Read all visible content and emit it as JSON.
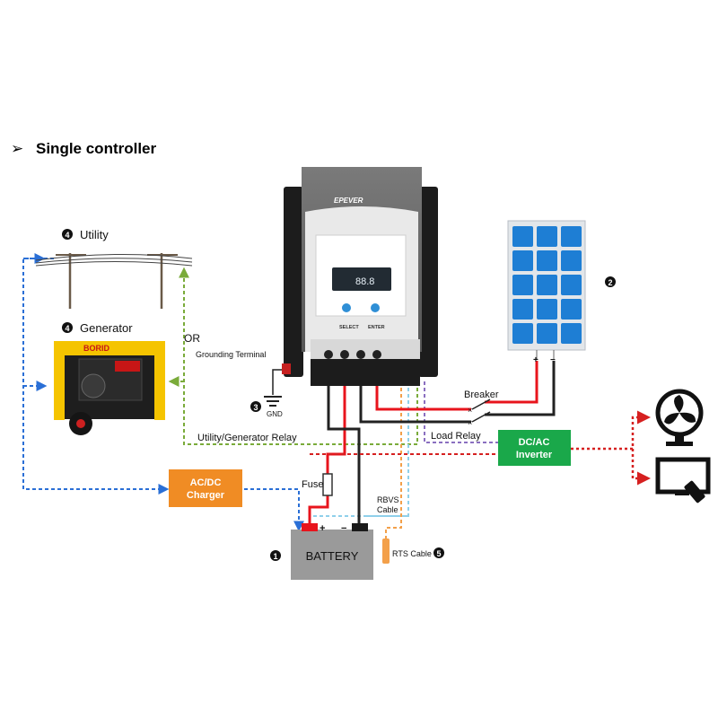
{
  "heading": {
    "bullet": "➢",
    "text": "Single controller"
  },
  "controller": {
    "brand": "EPEVER",
    "lcd_digits": "88.8",
    "select_label": "SELECT",
    "enter_label": "ENTER"
  },
  "markers": {
    "battery": "1",
    "solar": "2",
    "ground": "3",
    "utility": "4",
    "generator": "4",
    "rts": "5"
  },
  "labels": {
    "utility": "Utility",
    "generator": "Generator",
    "generator_brand": "BORID",
    "or": "OR",
    "grounding_terminal": "Grounding Terminal",
    "gnd": "GND",
    "breaker": "Breaker",
    "load_relay": "Load Relay",
    "utility_generator_relay": "Utility/Generator Relay",
    "fuse": "Fuse",
    "rbvs_line1": "RBVS",
    "rbvs_line2": "Cable",
    "rts_cable": "RTS Cable",
    "battery": "BATTERY",
    "battery_plus": "+",
    "battery_minus": "−",
    "panel_plus": "+",
    "panel_minus": "−",
    "ac_dc_line1": "AC/DC",
    "ac_dc_line2": "Charger",
    "dc_ac_line1": "DC/AC",
    "dc_ac_line2": "Inverter"
  },
  "colors": {
    "pos_wire": "#e8141c",
    "neg_wire": "#222222",
    "utility_dashed": "#2a6fd6",
    "relay_dashed": "#7aab3a",
    "load_dashed": "#d62020",
    "rbvs_dashed": "#8fd0ea",
    "rts_dashed": "#f3a04a",
    "purple_dashed": "#8a6fc0",
    "ac_dc_box": "#f08c24",
    "dc_ac_box": "#1aa84a",
    "solar_panel": "#1e7ed4",
    "battery_body": "#9a9a9a",
    "controller_body": "#6d6d6d"
  },
  "icons": [
    "power-pole-icon",
    "generator-icon",
    "solar-panel-icon",
    "fan-icon",
    "tv-icon",
    "remote-control-icon",
    "ground-icon",
    "battery-icon",
    "fuse-icon",
    "breaker-switch-icon",
    "relay-switch-icon"
  ]
}
